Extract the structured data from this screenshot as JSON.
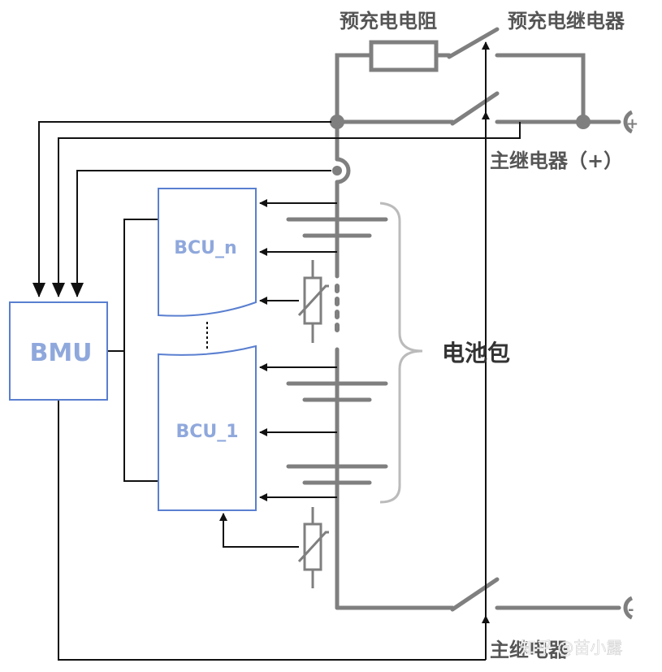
{
  "labels": {
    "precharge_resistor": "预充电电阻",
    "precharge_relay": "预充电继电器",
    "main_relay_pos": "主继电器（+）",
    "main_relay_neg": "主继电器",
    "battery_pack": "电池包",
    "bmu": "BMU",
    "bcu_n": "BCU_n",
    "bcu_1": "BCU_1",
    "terminal_pos": "+",
    "terminal_neg": "-"
  },
  "watermark": "知乎 @苗小露",
  "colors": {
    "wire_gray": "#7f7f7f",
    "wire_black": "#111111",
    "box_stroke": "#5a7fd0",
    "box_text": "#8fa8dc",
    "bracket": "#bbbbbb"
  }
}
